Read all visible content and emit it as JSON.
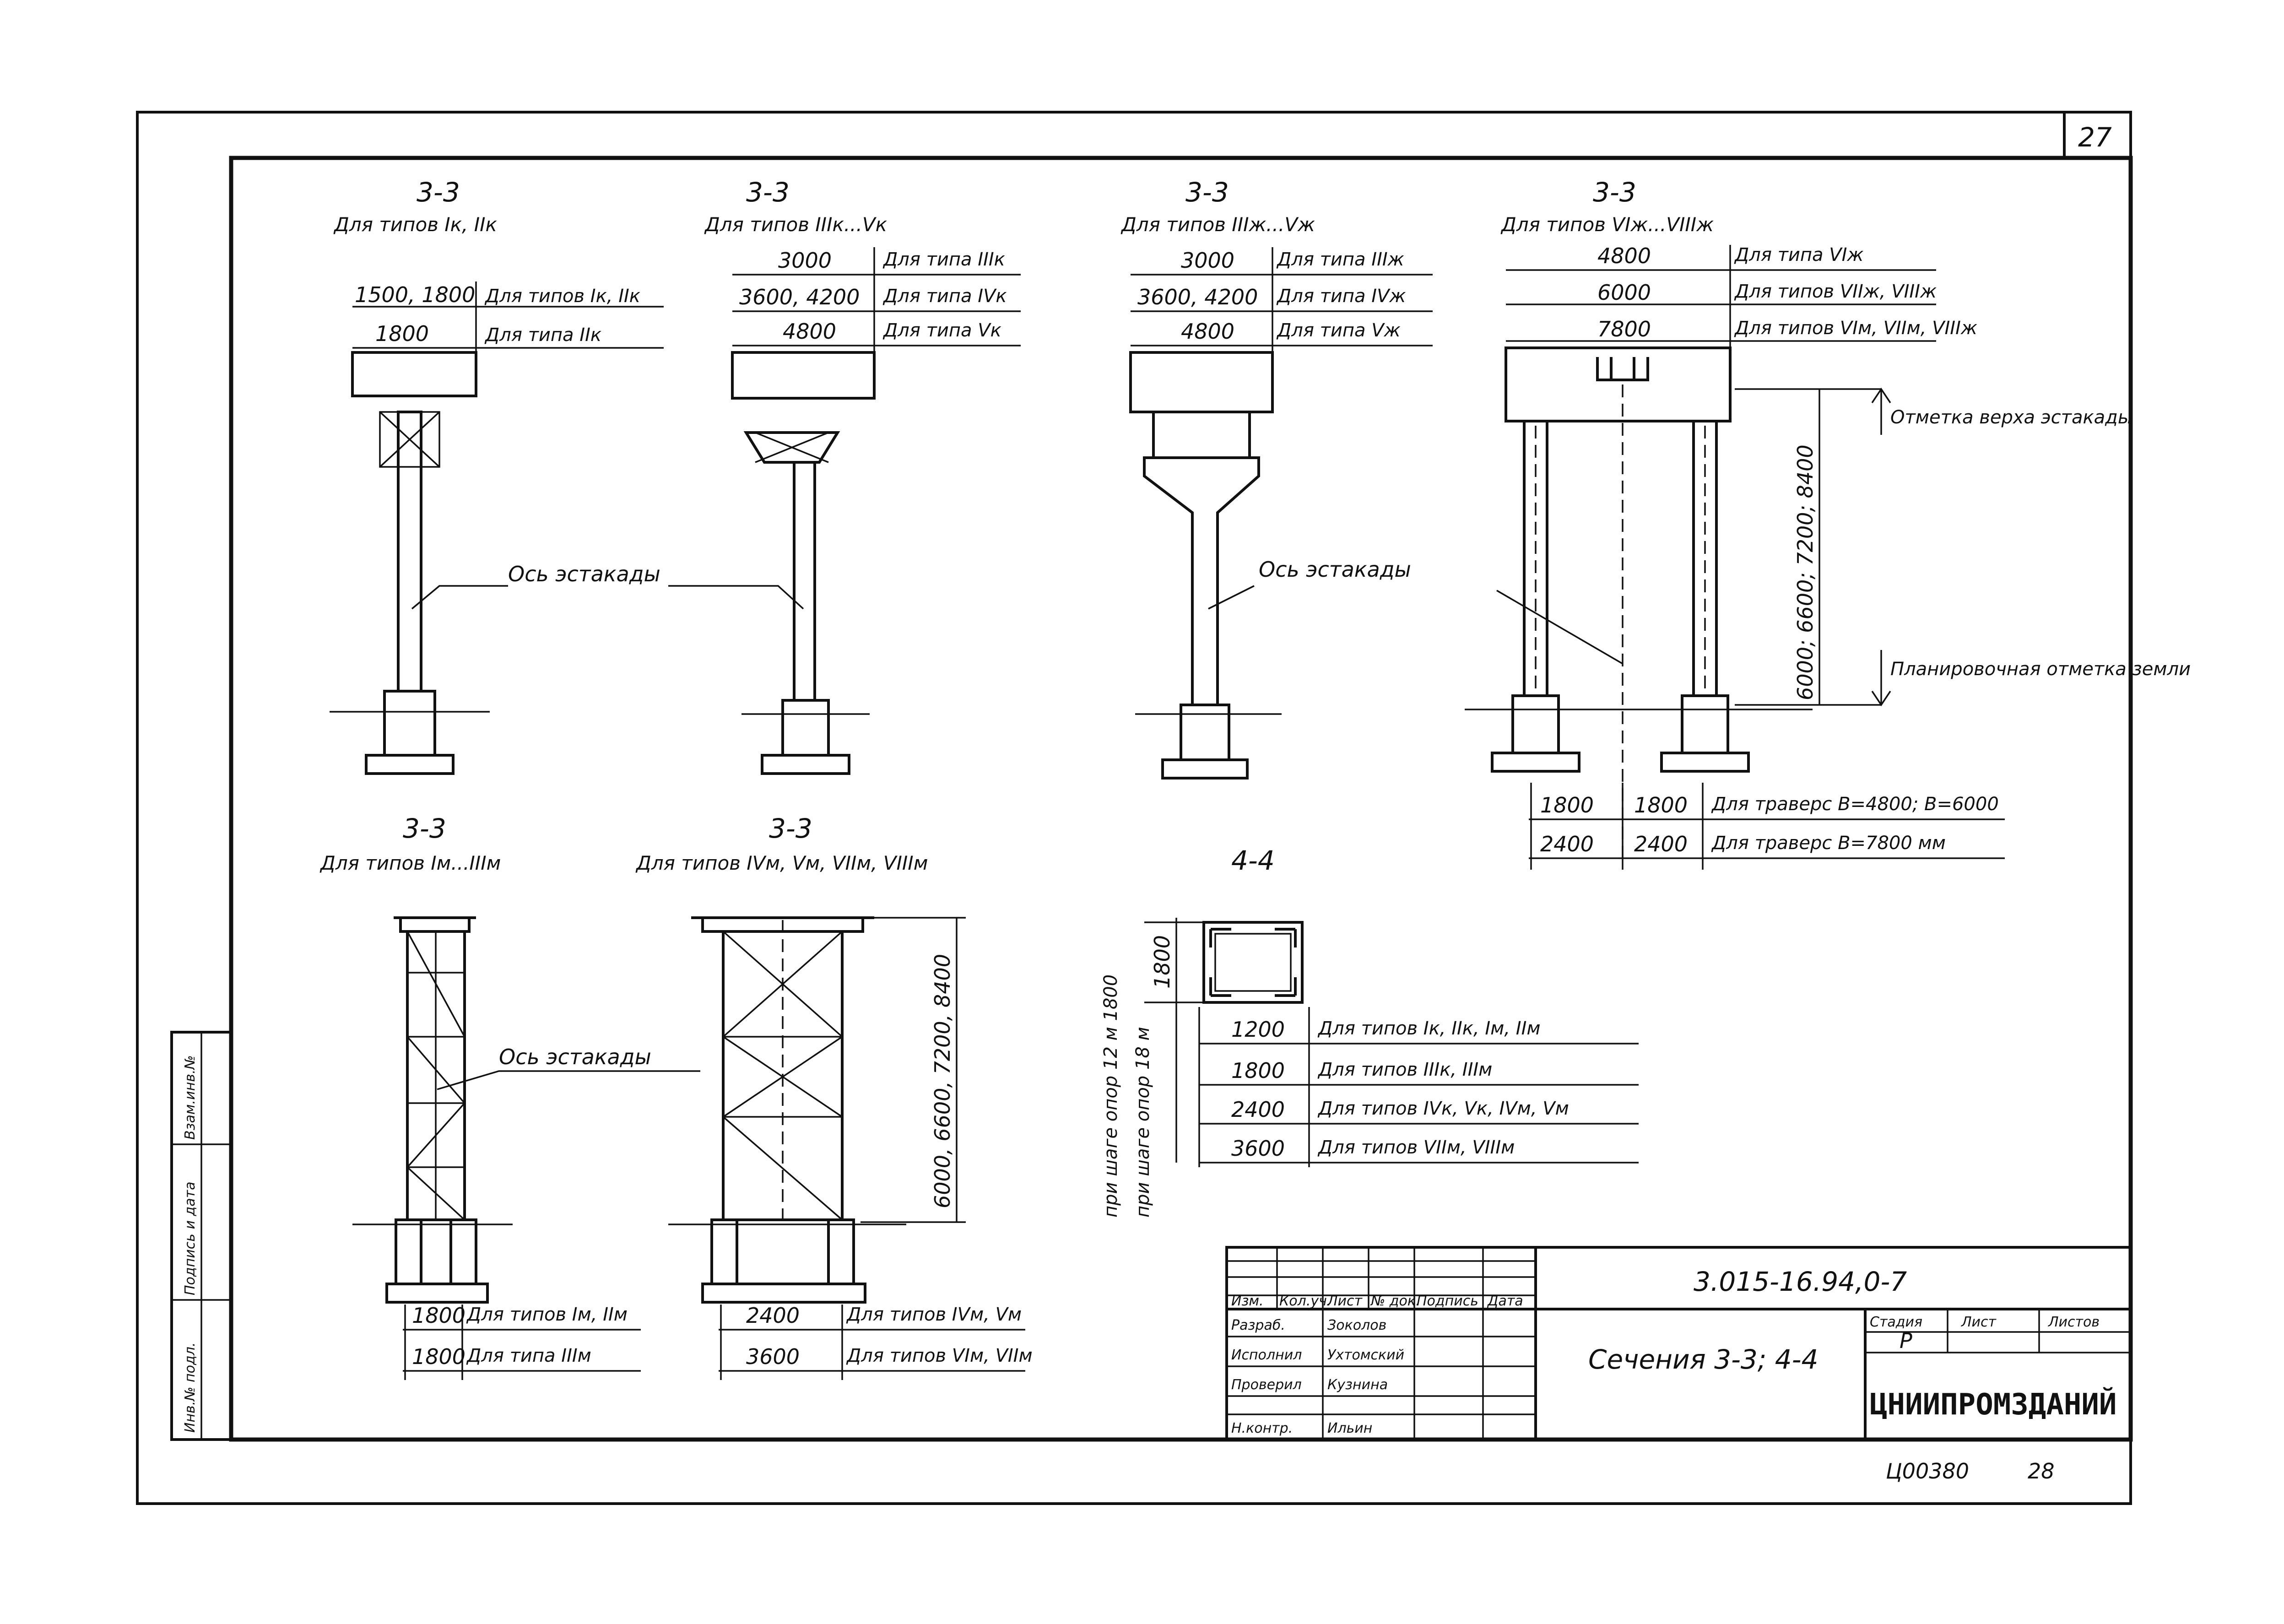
{
  "sheet": {
    "page_number": "27",
    "doc_code": "3.015-16.94,0-7",
    "archive": "Ц00380",
    "archive_num": "28"
  },
  "top": [
    {
      "title": "3-3",
      "subtitle": "Для типов Iк, IIк",
      "dims": [
        {
          "value": "1500, 1800",
          "desc": "Для типов Iк, IIк"
        },
        {
          "value": "1800",
          "desc": "Для типа IIк"
        }
      ],
      "axis": "Ось эстакады"
    },
    {
      "title": "3-3",
      "subtitle": "Для типов IIIк...Vк",
      "dims": [
        {
          "value": "3000",
          "desc": "Для типа IIIк"
        },
        {
          "value": "3600, 4200",
          "desc": "Для типа IVк"
        },
        {
          "value": "4800",
          "desc": "Для типа Vк"
        }
      ]
    },
    {
      "title": "3-3",
      "subtitle": "Для типов IIIж...Vж",
      "dims": [
        {
          "value": "3000",
          "desc": "Для типа IIIж"
        },
        {
          "value": "3600, 4200",
          "desc": "Для типа IVж"
        },
        {
          "value": "4800",
          "desc": "Для типа Vж"
        }
      ],
      "axis": "Ось эстакады"
    },
    {
      "title": "3-3",
      "subtitle": "Для типов VIж...VIIIж",
      "dims": [
        {
          "value": "4800",
          "desc": "Для типа VIж"
        },
        {
          "value": "6000",
          "desc": "Для типов VIIж, VIIIж"
        },
        {
          "value": "7800",
          "desc": "Для типов VIм, VIIм, VIIIж"
        }
      ],
      "height": "6000; 6600; 7200; 8400",
      "top_mark": "Отметка верха эстакады",
      "ground_mark": "Планировочная отметка земли",
      "bottom_dims": [
        {
          "a": "1800",
          "b": "1800",
          "desc": "Для траверс В=4800; В=6000"
        },
        {
          "a": "2400",
          "b": "2400",
          "desc": "Для траверс В=7800 мм"
        }
      ]
    }
  ],
  "bottom": [
    {
      "title": "3-3",
      "subtitle": "Для типов Iм...IIIм",
      "dims": [
        {
          "value": "1800",
          "desc": "Для типов Iм, IIм"
        },
        {
          "value": "1800",
          "desc": "Для типа IIIм"
        }
      ],
      "axis": "Ось эстакады"
    },
    {
      "title": "3-3",
      "subtitle": "Для типов IVм, Vм, VIIм, VIIIм",
      "height": "6000, 6600, 7200, 8400",
      "dims": [
        {
          "value": "2400",
          "desc": "Для типов IVм, Vм"
        },
        {
          "value": "3600",
          "desc": "Для типов VIм, VIIм"
        }
      ]
    }
  ],
  "section44": {
    "title": "4-4",
    "dim": "1800",
    "side_a": "при шаге опор 12 м 1800",
    "side_b": "при шаге опор 18 м",
    "rows": [
      {
        "value": "1200",
        "desc": "Для типов Iк, IIк, Iм, IIм"
      },
      {
        "value": "1800",
        "desc": "Для типов IIIк, IIIм"
      },
      {
        "value": "2400",
        "desc": "Для типов IVк, Vк, IVм, Vм"
      },
      {
        "value": "3600",
        "desc": "Для типов VIIм, VIIIм"
      }
    ]
  },
  "title_block": {
    "name": "Сечения 3-3; 4-4",
    "stage_h": "Стадия",
    "sheet_h": "Лист",
    "sheets_h": "Листов",
    "stage": "Р",
    "org": "ЦНИИПРОМЗДАНИЙ",
    "cols": [
      "Изм.",
      "Кол.уч.",
      "Лист",
      "№ док.",
      "Подпись",
      "Дата"
    ],
    "rows": [
      {
        "role": "Разраб.",
        "name": "Зоколов"
      },
      {
        "role": "Исполнил",
        "name": "Ухтомский"
      },
      {
        "role": "Проверил",
        "name": "Кузнина"
      },
      {
        "role": "Н.контр.",
        "name": "Ильин"
      }
    ]
  },
  "side_stamp": [
    "Инв.№ подл.",
    "Подпись и дата",
    "Взам.инв.№"
  ]
}
